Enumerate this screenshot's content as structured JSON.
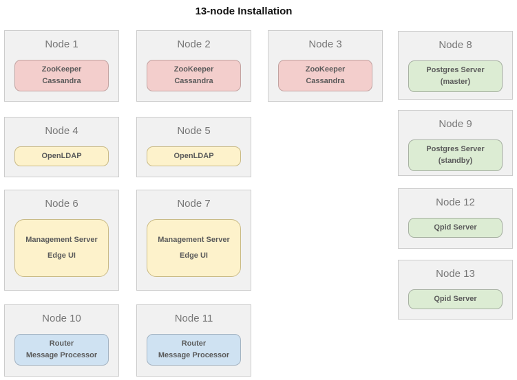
{
  "title": "13-node Installation",
  "colors": {
    "pink_bg": "#f3cecc",
    "pink_border": "#c2a3a1",
    "yellow_bg": "#fdf2cb",
    "yellow_border": "#c9ba85",
    "green_bg": "#dcecd3",
    "green_border": "#a6b0a1",
    "blue_bg": "#cfe2f2",
    "blue_border": "#a3b3c2"
  },
  "nodes": [
    {
      "label": "Node 1",
      "services": [
        "ZooKeeper",
        "Cassandra"
      ],
      "color": "pink"
    },
    {
      "label": "Node 2",
      "services": [
        "ZooKeeper",
        "Cassandra"
      ],
      "color": "pink"
    },
    {
      "label": "Node 3",
      "services": [
        "ZooKeeper",
        "Cassandra"
      ],
      "color": "pink"
    },
    {
      "label": "Node 4",
      "services": [
        "OpenLDAP"
      ],
      "color": "yellow"
    },
    {
      "label": "Node 5",
      "services": [
        "OpenLDAP"
      ],
      "color": "yellow"
    },
    {
      "label": "Node 6",
      "services": [
        "Management Server",
        "Edge UI"
      ],
      "color": "yellow"
    },
    {
      "label": "Node 7",
      "services": [
        "Management Server",
        "Edge UI"
      ],
      "color": "yellow"
    },
    {
      "label": "Node 8",
      "services": [
        "Postgres Server",
        "(master)"
      ],
      "color": "green"
    },
    {
      "label": "Node 9",
      "services": [
        "Postgres Server",
        "(standby)"
      ],
      "color": "green"
    },
    {
      "label": "Node 10",
      "services": [
        "Router",
        "Message Processor"
      ],
      "color": "blue"
    },
    {
      "label": "Node 11",
      "services": [
        "Router",
        "Message Processor"
      ],
      "color": "blue"
    },
    {
      "label": "Node 12",
      "services": [
        "Qpid Server"
      ],
      "color": "green"
    },
    {
      "label": "Node 13",
      "services": [
        "Qpid Server"
      ],
      "color": "green"
    }
  ]
}
